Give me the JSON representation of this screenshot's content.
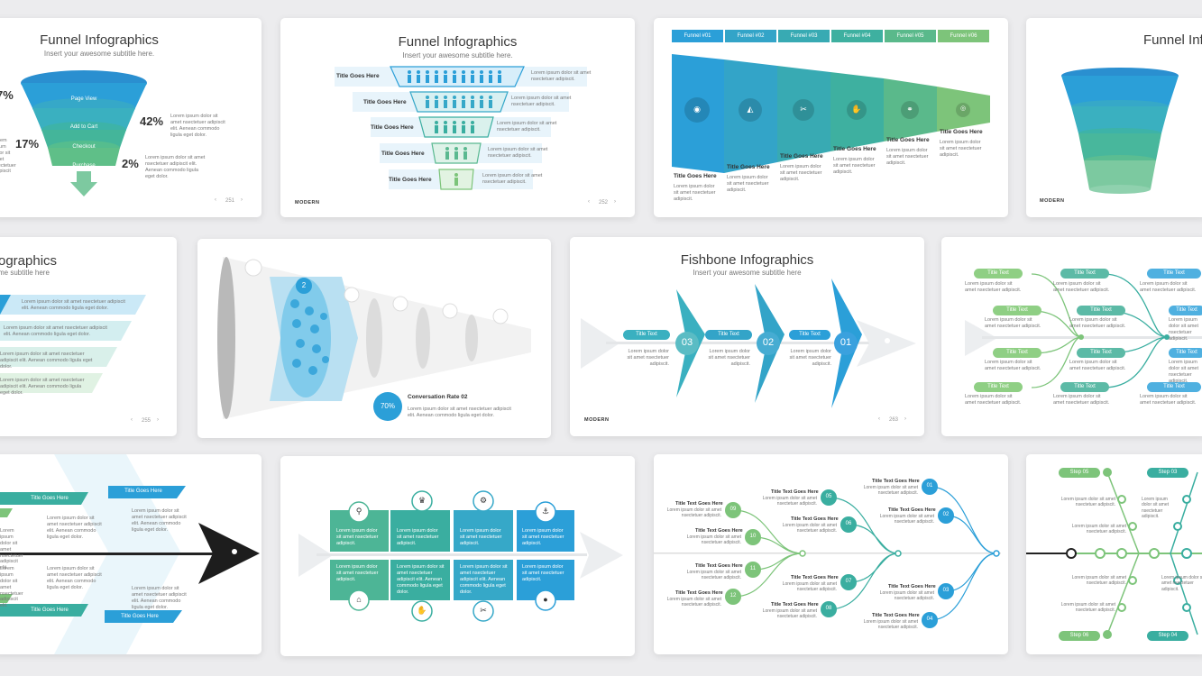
{
  "common": {
    "lorem_short": "Lorem ipsum dolor sit amet nsectetuer adipiscit.",
    "lorem_long": "Lorem ipsum dolor sit amet nsectetuer adipiscit elit. Aenean commodo ligula eget dolor.",
    "lorem_mid": "Lorem ipsum dolor sit amet nsectetuer adipiscit elit.",
    "title_goes_here": "Title Goes Here",
    "title_text": "Title Text",
    "title_text_goes_here": "Title Text Goes Here",
    "brand": "MODERN",
    "prev": "‹",
    "next": "›"
  },
  "s1": {
    "title": "Funnel Infographics",
    "subtitle": "Insert your awesome subtitle here.",
    "stages": [
      "Page View",
      "Add to Cart",
      "Checkout",
      "Purchase"
    ],
    "pcts": [
      "7%",
      "42%",
      "17%",
      "2%"
    ],
    "page": "251"
  },
  "s2": {
    "title": "Funnel Infographics",
    "subtitle": "Insert your awesome subtitle here.",
    "page": "252"
  },
  "s3": {
    "tabs": [
      "Funnel #01",
      "Funnel #02",
      "Funnel #03",
      "Funnel #04",
      "Funnel #05",
      "Funnel #06"
    ]
  },
  "s4": {
    "title": "Funnel Inf"
  },
  "s5": {
    "title": "ographics",
    "subtitle": "me subtitle here",
    "page": "255"
  },
  "s6": {
    "badge": "2",
    "circle_pct": "70%",
    "conv_title": "Conversation  Rate 02"
  },
  "s7": {
    "title": "Fishbone Infographics",
    "subtitle": "Insert your awesome subtitle here",
    "nums": [
      "03",
      "02",
      "01"
    ],
    "page": "263"
  },
  "s12": {
    "nums": [
      "09",
      "10",
      "11",
      "12",
      "05",
      "06",
      "07",
      "08",
      "01",
      "02",
      "03",
      "04"
    ]
  },
  "s13": {
    "steps": [
      "Step 05",
      "Step 03",
      "Step 06",
      "Step 04"
    ]
  },
  "colors": {
    "blue": "#2b9fd8",
    "teal": "#3aaea0",
    "green": "#7dc47a"
  }
}
